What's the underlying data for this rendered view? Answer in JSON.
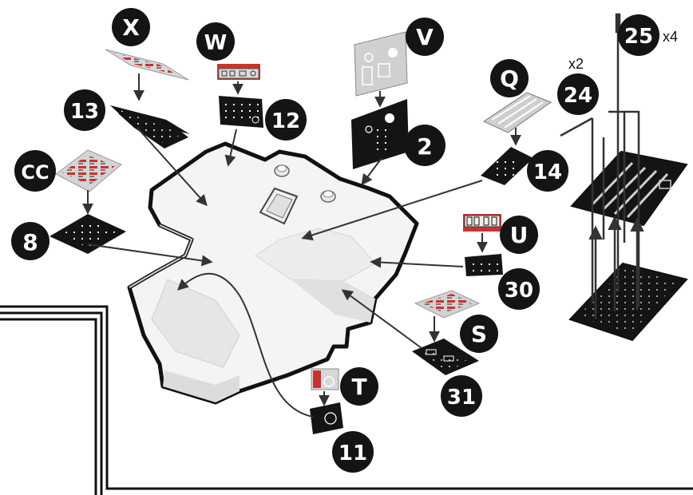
{
  "colors": {
    "outline": "#111111",
    "part_fill": "#f4f4f4",
    "part_shadow": "#dcdcdc",
    "decal_red": "#c8332f",
    "decal_grey": "#d2d2d2",
    "panel_black": "#141414",
    "badge_fill": "#141414",
    "badge_text": "#ffffff"
  },
  "badges": {
    "X": "X",
    "W": "W",
    "V": "V",
    "Q": "Q",
    "CC": "CC",
    "U": "U",
    "S": "S",
    "T": "T",
    "n13": "13",
    "n12": "12",
    "n2": "2",
    "n14": "14",
    "n8": "8",
    "n30": "30",
    "n31": "31",
    "n11": "11",
    "n24": "24",
    "n25": "25"
  },
  "multipliers": {
    "m24": "x2",
    "m25": "x4"
  },
  "icons": [
    "arrow-icon",
    "antenna-icon"
  ]
}
